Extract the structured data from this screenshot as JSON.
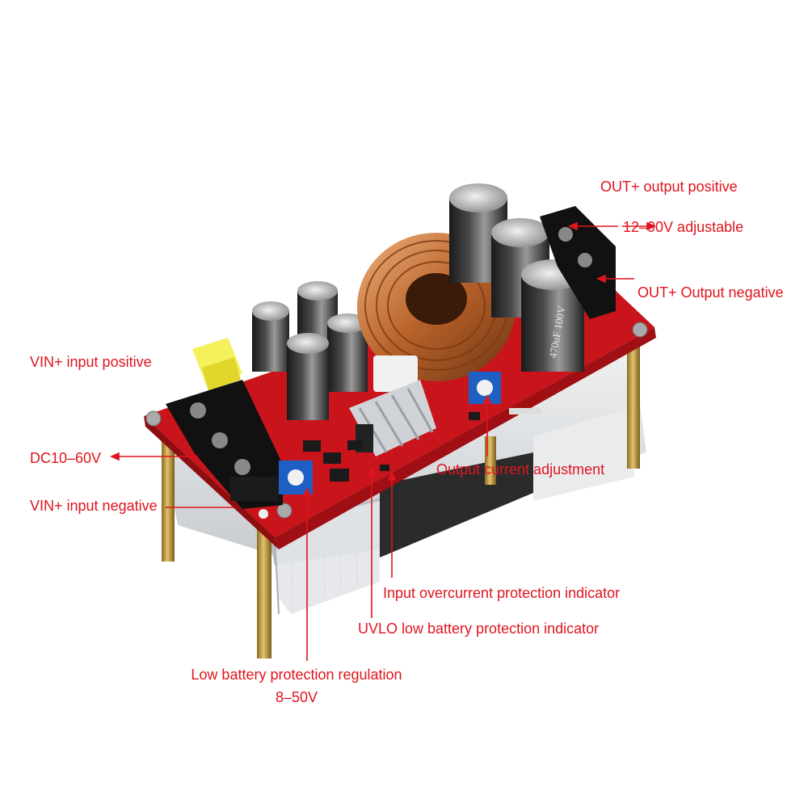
{
  "labels": {
    "out_pos": "OUT+ output positive",
    "out_adj": "12–90V adjustable",
    "out_neg": "OUT+ Output negative",
    "vin_pos": "VIN+ input positive",
    "dc_range": "DC10–60V",
    "vin_neg": "VIN+ input negative",
    "iout_adj": "Output current adjustment",
    "ocp_ind": "Input overcurrent protection indicator",
    "uvlo_ind": "UVLO low battery protection indicator",
    "lbp_reg_1": "Low battery protection regulation",
    "lbp_reg_2": "8–50V"
  },
  "component_markings": {
    "cap_rating": "470uF 100V"
  },
  "colors": {
    "annotation": "#e0141e",
    "pcb": "#c8141a",
    "heatsink": "#d9dcdf",
    "copper": "#c87a3a",
    "brass": "#c9a24a"
  }
}
